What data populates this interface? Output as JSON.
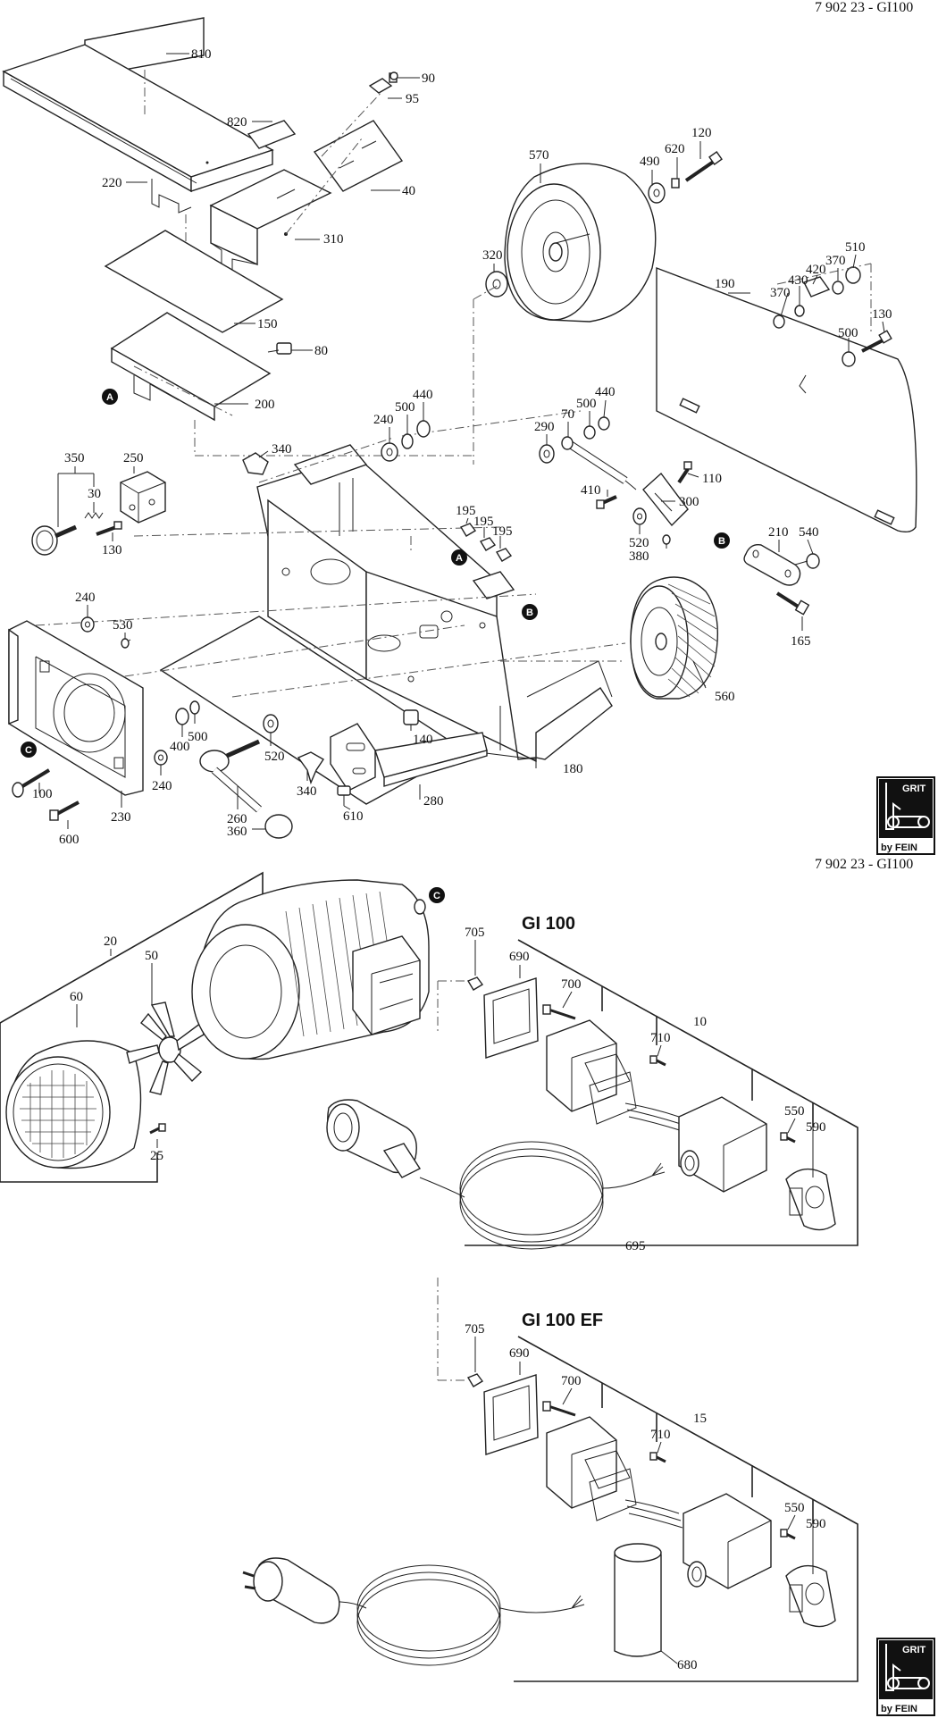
{
  "header_top": "7 902 23 - GI100",
  "header_middle": "7 902 23 - GI100",
  "callouts": {
    "c810": "810",
    "c820": "820",
    "c220": "220",
    "c310": "310",
    "c150": "150",
    "c80": "80",
    "c200": "200",
    "c90": "90",
    "c95": "95",
    "c40": "40",
    "c570": "570",
    "c490": "490",
    "c620": "620",
    "c120": "120",
    "c320": "320",
    "c190": "190",
    "c370a": "370",
    "c430": "430",
    "c420": "420",
    "c370b": "370",
    "c510": "510",
    "c500a": "500",
    "c130a": "130",
    "c350": "350",
    "c250": "250",
    "c30": "30",
    "c130b": "130",
    "c340a": "340",
    "c240a": "240",
    "c500b": "500",
    "c440a": "440",
    "c290": "290",
    "c70": "70",
    "c500c": "500",
    "c440b": "440",
    "c110": "110",
    "c410": "410",
    "c300": "300",
    "c520a": "520",
    "c380": "380",
    "c195a": "195",
    "c195b": "195",
    "c195c": "195",
    "c210": "210",
    "c540": "540",
    "c165": "165",
    "c240b": "240",
    "c530": "530",
    "c400": "400",
    "c500d": "500",
    "c520b": "520",
    "c140": "140",
    "c560": "560",
    "c180": "180",
    "c100": "100",
    "c240c": "240",
    "c230": "230",
    "c600": "600",
    "c260": "260",
    "c360": "360",
    "c340b": "340",
    "c610": "610",
    "c280": "280",
    "c20": "20",
    "c50": "50",
    "c60": "60",
    "c25": "25",
    "c705a": "705",
    "c690a": "690",
    "c700a": "700",
    "c710a": "710",
    "c10": "10",
    "c550a": "550",
    "c590a": "590",
    "c695": "695",
    "c705b": "705",
    "c690b": "690",
    "c700b": "700",
    "c710b": "710",
    "c15": "15",
    "c550b": "550",
    "c590b": "590",
    "c680": "680"
  },
  "markers": {
    "a": "A",
    "b": "B",
    "c": "C"
  },
  "models": {
    "gi100": "GI 100",
    "gi100ef": "GI 100 EF"
  },
  "logo": {
    "brand": "GRIT",
    "maker": "by FEIN"
  }
}
